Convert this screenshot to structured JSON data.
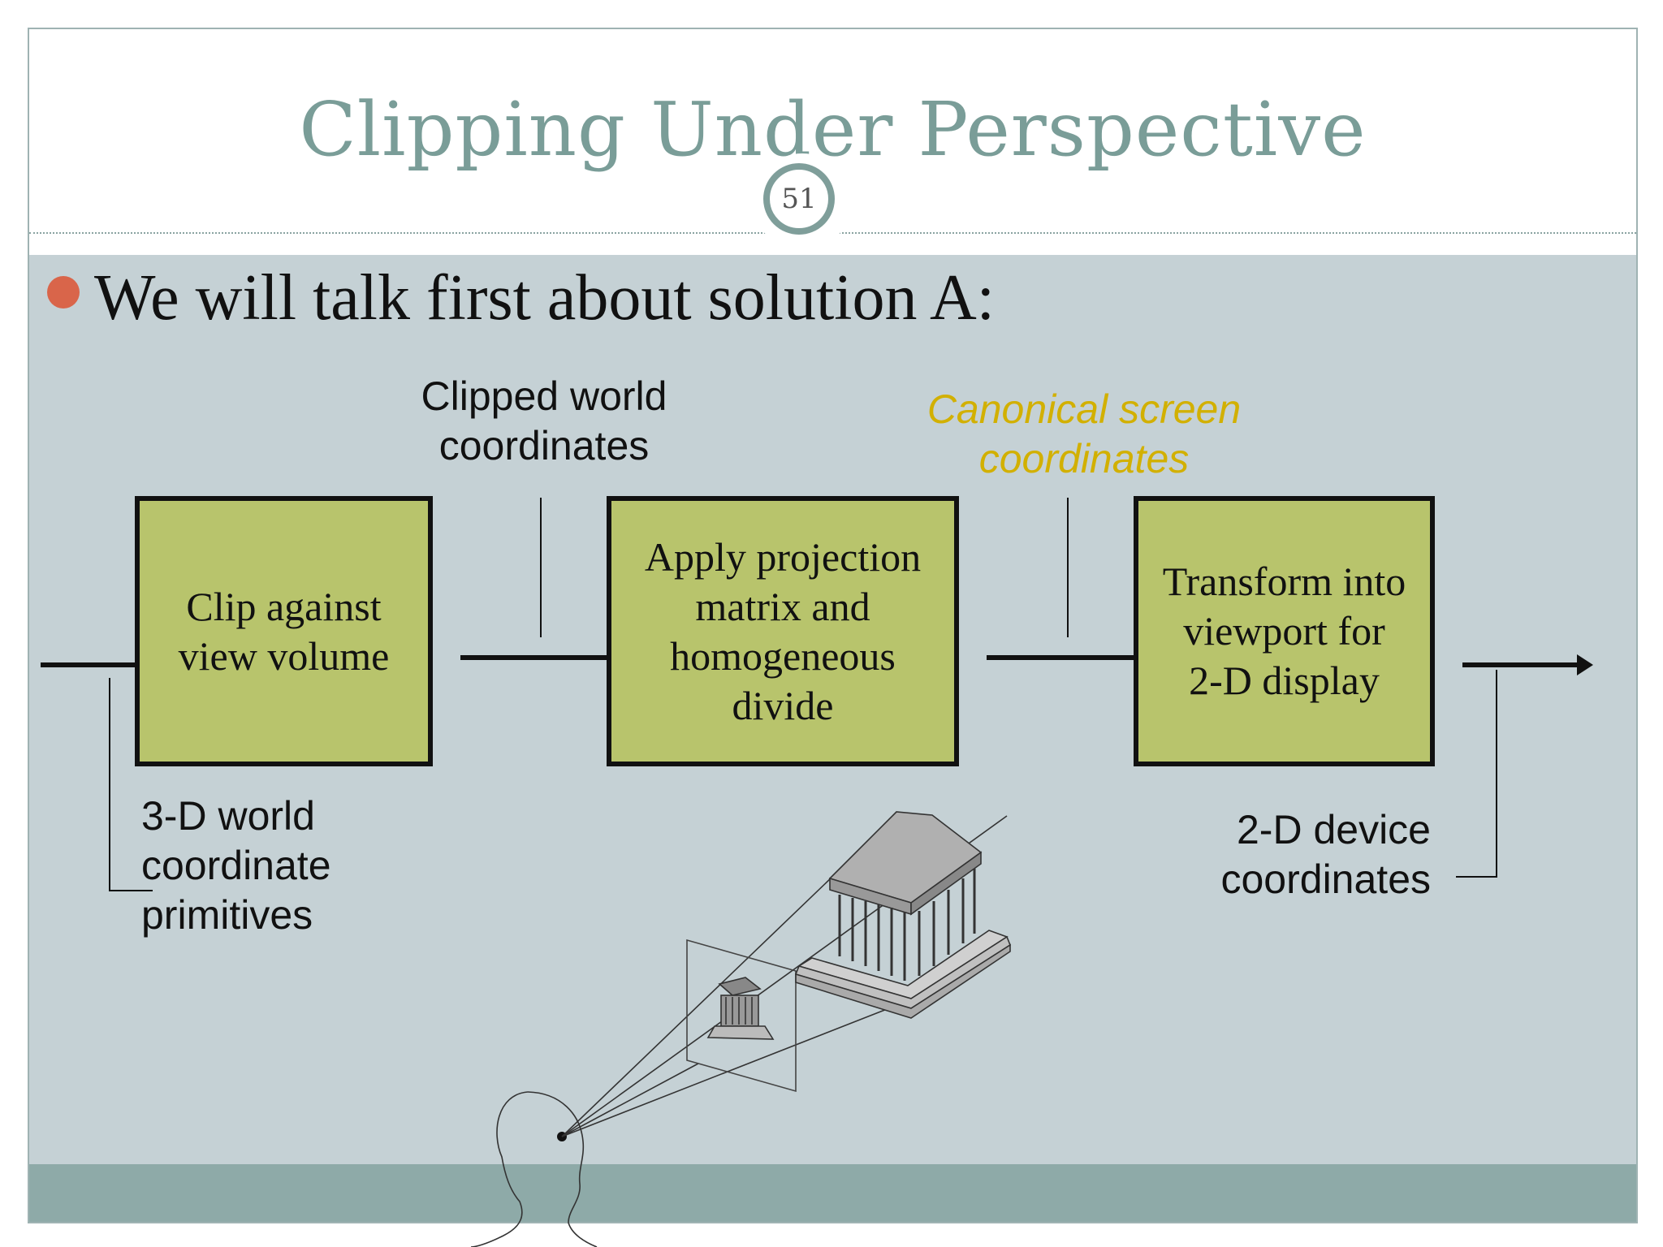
{
  "slide": {
    "title": "Clipping Under Perspective",
    "page_number": "51",
    "bullet": "We will talk first about solution A:"
  },
  "pipeline": {
    "stages": [
      {
        "id": "clip",
        "label": "Clip against\nview volume"
      },
      {
        "id": "project",
        "label": "Apply projection\nmatrix and\nhomogeneous\ndivide"
      },
      {
        "id": "viewport",
        "label": "Transform into\nviewport for\n2-D display"
      }
    ],
    "annotations": {
      "input": "3-D world\ncoordinate\nprimitives",
      "clipped": "Clipped world\ncoordinates",
      "canonical": "Canonical screen\ncoordinates",
      "output": "2-D device\ncoordinates"
    }
  },
  "colors": {
    "title": "#7a9d98",
    "stage_fill": "#b8c46c",
    "canonical_text": "#d2b000",
    "bullet_dot": "#d9654a",
    "body_background": "#c5d1d5",
    "footer_band": "#8eaaa8"
  },
  "illustration": {
    "subject": "viewer-projecting-temple-icon"
  }
}
